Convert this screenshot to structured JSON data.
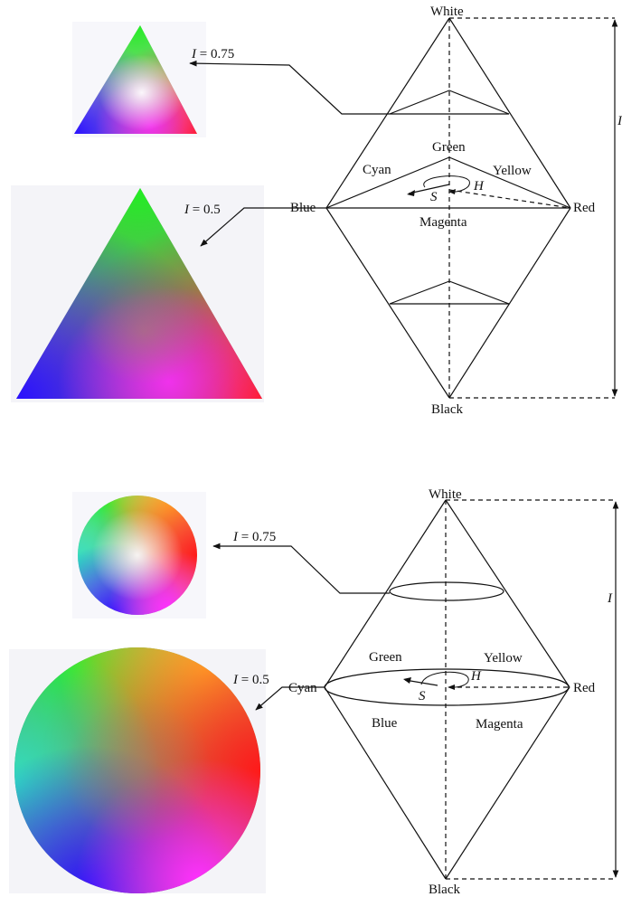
{
  "top": {
    "vertex_top": "White",
    "vertex_bottom": "Black",
    "left": "Blue",
    "right": "Red",
    "green": "Green",
    "cyan": "Cyan",
    "yellow": "Yellow",
    "magenta": "Magenta",
    "hue": "H",
    "saturation": "S",
    "intensity_axis": "I",
    "slice_high": {
      "symbol": "I",
      "value": "= 0.75"
    },
    "slice_mid": {
      "symbol": "I",
      "value": "= 0.5"
    }
  },
  "bottom": {
    "vertex_top": "White",
    "vertex_bottom": "Black",
    "left": "Cyan",
    "right": "Red",
    "green": "Green",
    "yellow": "Yellow",
    "blue": "Blue",
    "magenta": "Magenta",
    "hue": "H",
    "saturation": "S",
    "intensity_axis": "I",
    "slice_high": {
      "symbol": "I",
      "value": "= 0.75"
    },
    "slice_mid": {
      "symbol": "I",
      "value": "= 0.5"
    }
  },
  "colors": {
    "red": "#ff1a1a",
    "green": "#22ee22",
    "blue": "#2a10ff",
    "yellow": "#ffff30",
    "cyan": "#30e0ff",
    "magenta": "#ff30ff",
    "white": "#ffffff",
    "line": "#111111"
  }
}
